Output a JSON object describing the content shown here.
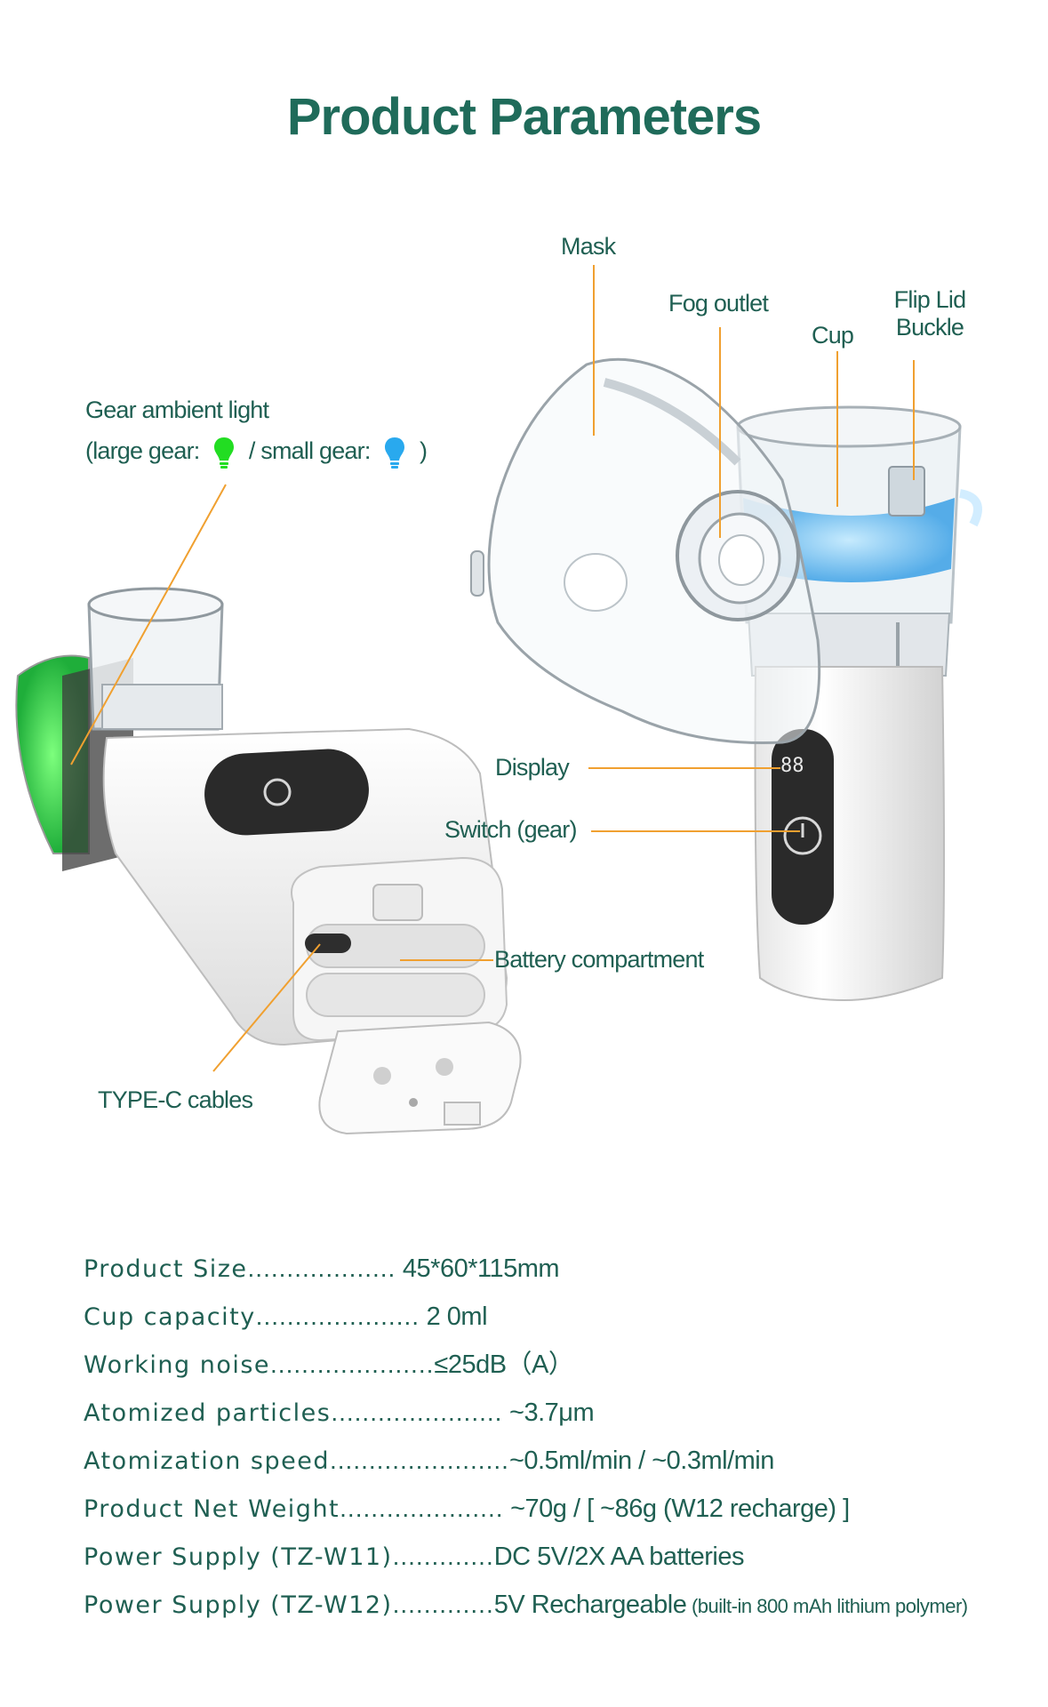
{
  "title": "Product Parameters",
  "callouts": {
    "mask": "Mask",
    "fog_outlet": "Fog outlet",
    "cup": "Cup",
    "flip_lid_line1": "Flip Lid",
    "flip_lid_line2": "Buckle",
    "gear_light_title": "Gear ambient light",
    "gear_light_prefix": "(large gear:",
    "gear_light_mid": "/ small gear:",
    "gear_light_suffix": ")",
    "display": "Display",
    "switch": "Switch (gear)",
    "battery": "Battery compartment",
    "type_c": "TYPE-C cables",
    "display_readout": "88"
  },
  "colors": {
    "title": "#1f6b5a",
    "text": "#1f5f52",
    "leader": "#f0a030",
    "large_gear_light": "#22dd22",
    "small_gear_light": "#29a9ee"
  },
  "icons": [
    "bulb-green-icon",
    "bulb-blue-icon",
    "power-icon"
  ],
  "specs": [
    {
      "label": "Product Size",
      "dots": "...................",
      "value": " 45*60*115mm",
      "note": ""
    },
    {
      "label": "Cup capacity",
      "dots": ".....................",
      "value": " 2 0ml",
      "note": ""
    },
    {
      "label": "Working noise",
      "dots": ".....................",
      "value": "≤25dB（A）",
      "note": ""
    },
    {
      "label": "Atomized particles",
      "dots": "......................",
      "value": " ~3.7μm",
      "note": ""
    },
    {
      "label": "Atomization speed",
      "dots": ".......................",
      "value": "~0.5ml/min  /  ~0.3ml/min",
      "note": ""
    },
    {
      "label": "Product Net Weight",
      "dots": ".....................",
      "value": " ~70g / [ ~86g (W12 recharge) ]",
      "note": ""
    },
    {
      "label": "Power Supply (TZ-W11)",
      "dots": ".............",
      "value": "DC 5V/2X  AA batteries",
      "note": ""
    },
    {
      "label": "Power Supply (TZ-W12)",
      "dots": ".............",
      "value": "5V Rechargeable",
      "note": " (built-in 800 mAh lithium polymer)"
    }
  ]
}
